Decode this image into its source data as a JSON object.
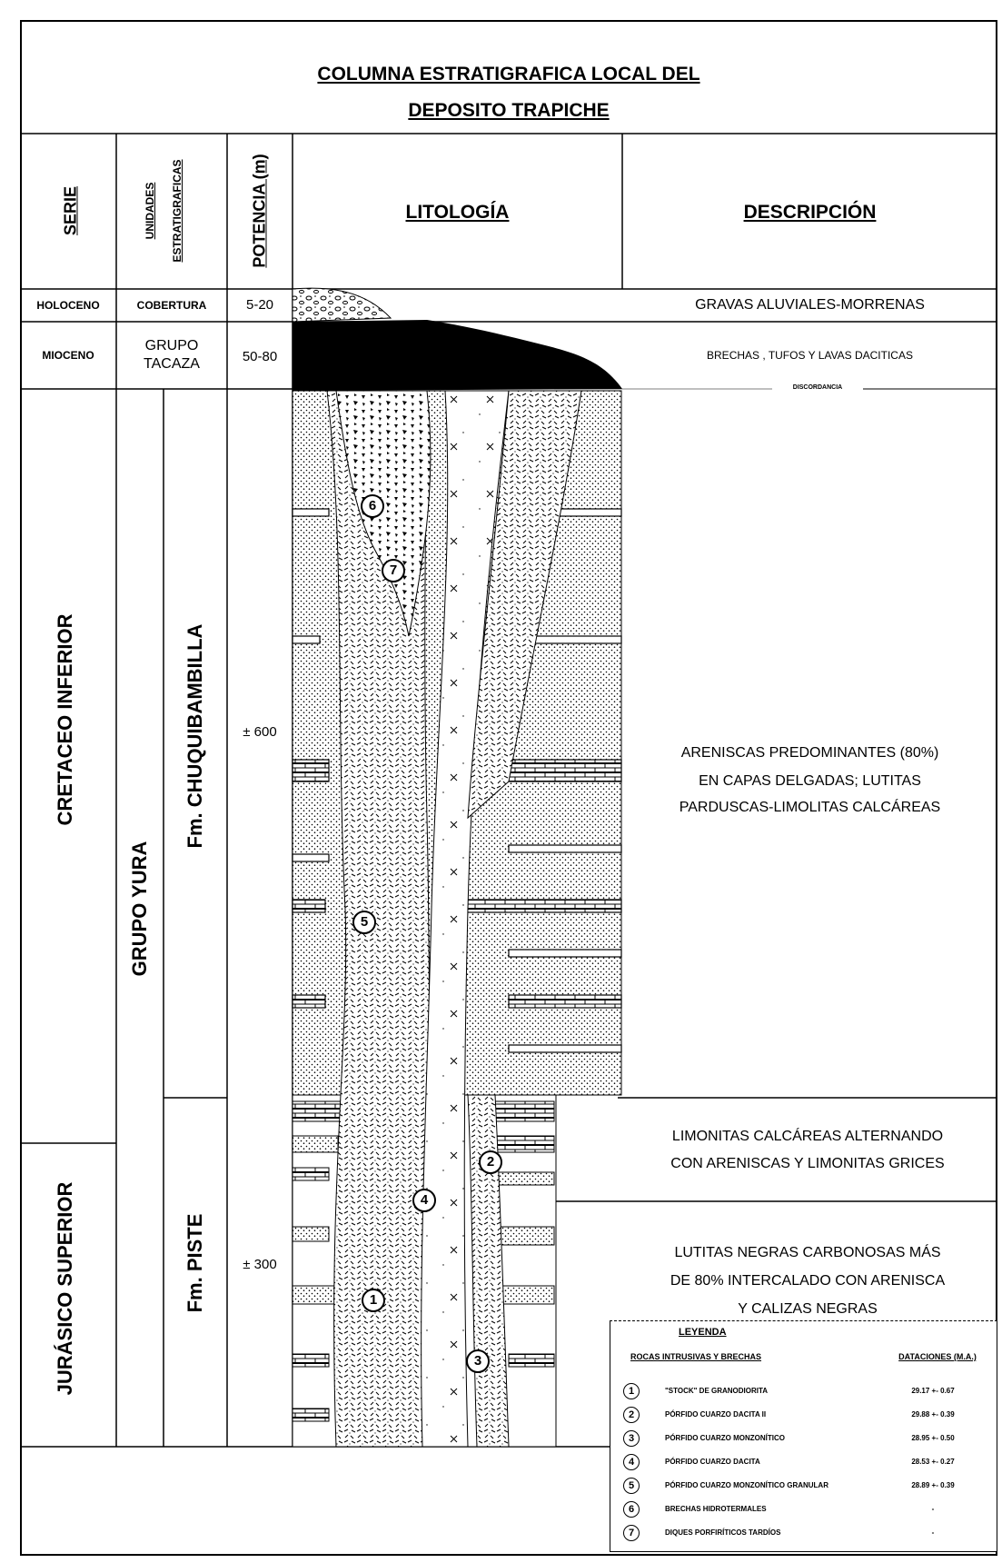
{
  "title": {
    "line1": "COLUMNA ESTRATIGRAFICA LOCAL DEL",
    "line2": "DEPOSITO TRAPICHE"
  },
  "headers": {
    "serie": "SERIE",
    "unidades_1": "UNIDADES",
    "unidades_2": "ESTRATIGRAFICAS",
    "potencia": "POTENCIA (m)",
    "litologia": "LITOLOGÍA",
    "descripcion": "DESCRIPCIÓN"
  },
  "rows": {
    "holoceno": {
      "serie": "HOLOCENO",
      "unidad": "COBERTURA",
      "potencia": "5-20",
      "descripcion": "GRAVAS ALUVIALES-MORRENAS"
    },
    "mioceno": {
      "serie": "MIOCENO",
      "unidad_1": "GRUPO",
      "unidad_2": "TACAZA",
      "potencia": "50-80",
      "descripcion": "BRECHAS , TUFOS Y LAVAS DACITICAS"
    },
    "discordancia": "DISCORDANCIA",
    "cretaceo": "CRETACEO INFERIOR",
    "jurasico": "JURÁSICO SUPERIOR",
    "grupo_yura": "GRUPO YURA",
    "chuquibambilla": "Fm.  CHUQUIBAMBILLA",
    "piste": "Fm.  PISTE",
    "potencia_600": "± 600",
    "potencia_300": "± 300",
    "desc_chuqui": [
      "ARENISCAS PREDOMINANTES (80%)",
      "EN CAPAS DELGADAS; LUTITAS",
      "PARDUSCAS-LIMOLITAS CALCÁREAS"
    ],
    "desc_piste_upper": [
      "LIMONITAS CALCÁREAS ALTERNANDO",
      "CON ARENISCAS Y LIMONITAS GRICES"
    ],
    "desc_piste_lower": [
      "LUTITAS NEGRAS CARBONOSAS MÁS",
      "DE 80% INTERCALADO CON ARENISCA",
      "Y CALIZAS NEGRAS"
    ]
  },
  "column_markers": [
    "1",
    "2",
    "3",
    "4",
    "5",
    "6",
    "7"
  ],
  "legend": {
    "title": "LEYENDA",
    "col_left": "ROCAS INTRUSIVAS Y BRECHAS",
    "col_right": "DATACIONES (M.A.)",
    "items": [
      {
        "n": "1",
        "name": "\"STOCK\" DE GRANODIORITA",
        "date": "29.17 +- 0.67"
      },
      {
        "n": "2",
        "name": "PÓRFIDO CUARZO DACITA II",
        "date": "29.88 +- 0.39"
      },
      {
        "n": "3",
        "name": "PÓRFIDO CUARZO MONZONÍTICO",
        "date": "28.95 +- 0.50"
      },
      {
        "n": "4",
        "name": "PÓRFIDO CUARZO DACITA",
        "date": "28.53 +- 0.27"
      },
      {
        "n": "5",
        "name": "PÓRFIDO CUARZO MONZONÍTICO GRANULAR",
        "date": "28.89 +- 0.39"
      },
      {
        "n": "6",
        "name": "BRECHAS HIDROTERMALES",
        "date": "-"
      },
      {
        "n": "7",
        "name": "DIQUES PORFIRÍTICOS TARDÍOS",
        "date": "-"
      }
    ]
  }
}
